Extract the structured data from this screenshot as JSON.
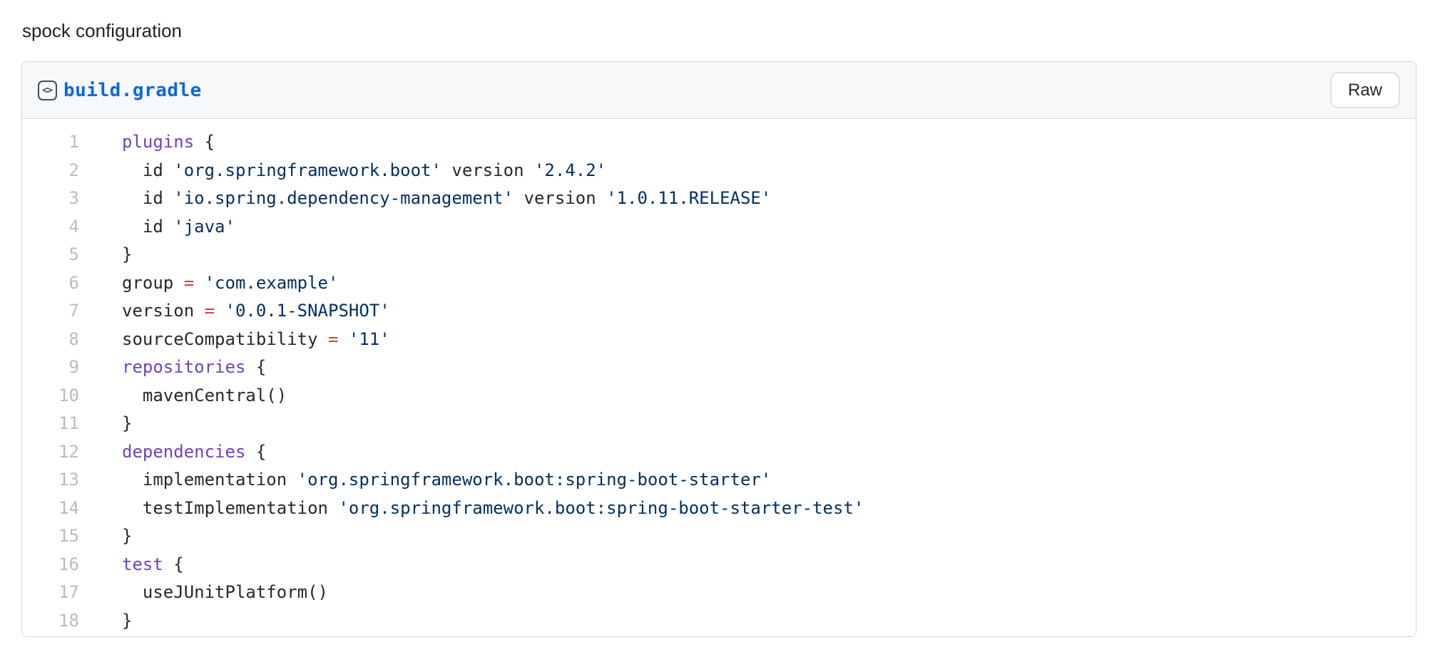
{
  "title": "spock configuration",
  "gist": {
    "filename": "build.gradle",
    "icon": "code-icon",
    "icon_glyph": "<>",
    "raw_button_label": "Raw",
    "colors": {
      "keyword": "#6f42c1",
      "string": "#032f62",
      "operator": "#d73a49",
      "plain": "#24292e",
      "line_number": "#b8bcc2",
      "filename_link": "#0969da",
      "header_bg": "#f6f8fa",
      "border": "#d0d7de"
    },
    "lines": [
      {
        "number": "1",
        "tokens": [
          {
            "t": "k",
            "v": "plugins"
          },
          {
            "t": "p",
            "v": " {"
          }
        ]
      },
      {
        "number": "2",
        "tokens": [
          {
            "t": "p",
            "v": "  id "
          },
          {
            "t": "s",
            "v": "'org.springframework.boot'"
          },
          {
            "t": "p",
            "v": " version "
          },
          {
            "t": "s",
            "v": "'2.4.2'"
          }
        ]
      },
      {
        "number": "3",
        "tokens": [
          {
            "t": "p",
            "v": "  id "
          },
          {
            "t": "s",
            "v": "'io.spring.dependency-management'"
          },
          {
            "t": "p",
            "v": " version "
          },
          {
            "t": "s",
            "v": "'1.0.11.RELEASE'"
          }
        ]
      },
      {
        "number": "4",
        "tokens": [
          {
            "t": "p",
            "v": "  id "
          },
          {
            "t": "s",
            "v": "'java'"
          }
        ]
      },
      {
        "number": "5",
        "tokens": [
          {
            "t": "p",
            "v": "}"
          }
        ]
      },
      {
        "number": "6",
        "tokens": [
          {
            "t": "p",
            "v": "group "
          },
          {
            "t": "o",
            "v": "="
          },
          {
            "t": "p",
            "v": " "
          },
          {
            "t": "s",
            "v": "'com.example'"
          }
        ]
      },
      {
        "number": "7",
        "tokens": [
          {
            "t": "p",
            "v": "version "
          },
          {
            "t": "o",
            "v": "="
          },
          {
            "t": "p",
            "v": " "
          },
          {
            "t": "s",
            "v": "'0.0.1-SNAPSHOT'"
          }
        ]
      },
      {
        "number": "8",
        "tokens": [
          {
            "t": "p",
            "v": "sourceCompatibility "
          },
          {
            "t": "o",
            "v": "="
          },
          {
            "t": "p",
            "v": " "
          },
          {
            "t": "s",
            "v": "'11'"
          }
        ]
      },
      {
        "number": "9",
        "tokens": [
          {
            "t": "k",
            "v": "repositories"
          },
          {
            "t": "p",
            "v": " {"
          }
        ]
      },
      {
        "number": "10",
        "tokens": [
          {
            "t": "p",
            "v": "  mavenCentral()"
          }
        ]
      },
      {
        "number": "11",
        "tokens": [
          {
            "t": "p",
            "v": "}"
          }
        ]
      },
      {
        "number": "12",
        "tokens": [
          {
            "t": "k",
            "v": "dependencies"
          },
          {
            "t": "p",
            "v": " {"
          }
        ]
      },
      {
        "number": "13",
        "tokens": [
          {
            "t": "p",
            "v": "  implementation "
          },
          {
            "t": "s",
            "v": "'org.springframework.boot:spring-boot-starter'"
          }
        ]
      },
      {
        "number": "14",
        "tokens": [
          {
            "t": "p",
            "v": "  testImplementation "
          },
          {
            "t": "s",
            "v": "'org.springframework.boot:spring-boot-starter-test'"
          }
        ]
      },
      {
        "number": "15",
        "tokens": [
          {
            "t": "p",
            "v": "}"
          }
        ]
      },
      {
        "number": "16",
        "tokens": [
          {
            "t": "k",
            "v": "test"
          },
          {
            "t": "p",
            "v": " {"
          }
        ]
      },
      {
        "number": "17",
        "tokens": [
          {
            "t": "p",
            "v": "  useJUnitPlatform()"
          }
        ]
      },
      {
        "number": "18",
        "tokens": [
          {
            "t": "p",
            "v": "}"
          }
        ]
      }
    ]
  }
}
